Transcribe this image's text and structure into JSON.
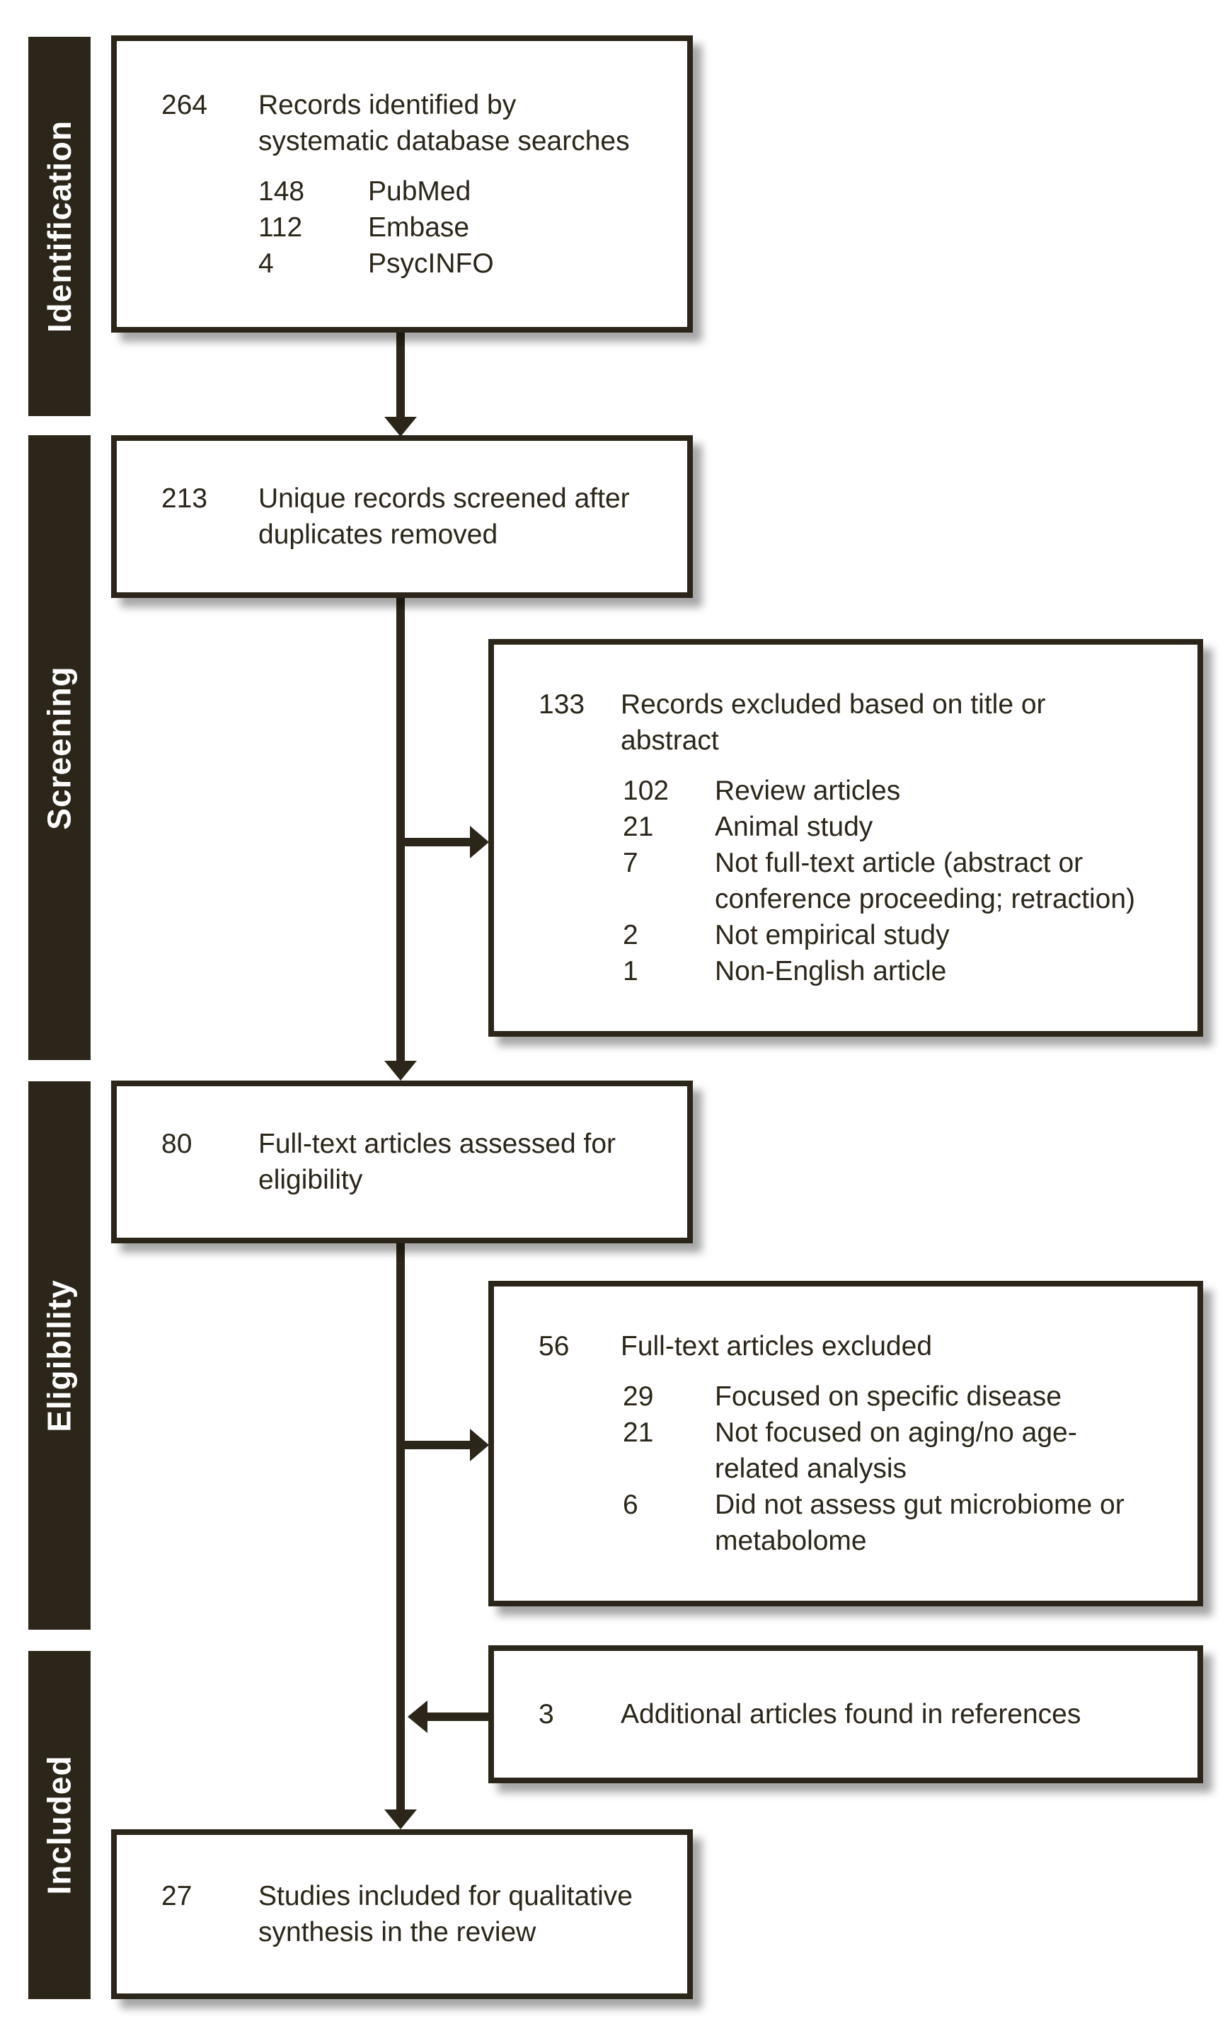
{
  "diagram": {
    "type": "prisma-flow",
    "colors": {
      "ink": "#2b2619",
      "box_fill": "#ffffff",
      "stage_label_text": "#ffffff"
    },
    "stages": [
      {
        "label": "Identification"
      },
      {
        "label": "Screening"
      },
      {
        "label": "Eligibility"
      },
      {
        "label": "Included"
      }
    ],
    "boxes": {
      "identified": {
        "count": "264",
        "label": "Records identified by\nsystematic database searches",
        "sources": [
          {
            "count": "148",
            "label": "PubMed"
          },
          {
            "count": "112",
            "label": "Embase"
          },
          {
            "count": "4",
            "label": "PsycINFO"
          }
        ]
      },
      "screened": {
        "count": "213",
        "label": "Unique records screened after\nduplicates removed"
      },
      "excluded_screening": {
        "count": "133",
        "label": "Records excluded based on title or\nabstract",
        "reasons": [
          {
            "count": "102",
            "label": "Review articles"
          },
          {
            "count": "21",
            "label": "Animal study"
          },
          {
            "count": "7",
            "label": "Not full-text article (abstract or\nconference proceeding; retraction)"
          },
          {
            "count": "2",
            "label": "Not empirical study"
          },
          {
            "count": "1",
            "label": "Non-English article"
          }
        ]
      },
      "assessed": {
        "count": "80",
        "label": "Full-text articles assessed for\neligibility"
      },
      "excluded_fulltext": {
        "count": "56",
        "label": "Full-text articles excluded",
        "reasons": [
          {
            "count": "29",
            "label": "Focused on specific disease"
          },
          {
            "count": "21",
            "label": "Not focused on aging/no age-\nrelated analysis"
          },
          {
            "count": "6",
            "label": "Did not assess gut microbiome or\nmetabolome"
          }
        ]
      },
      "additional": {
        "count": "3",
        "label": "Additional articles found in references"
      },
      "included": {
        "count": "27",
        "label": "Studies included for qualitative\nsynthesis in the review"
      }
    }
  }
}
